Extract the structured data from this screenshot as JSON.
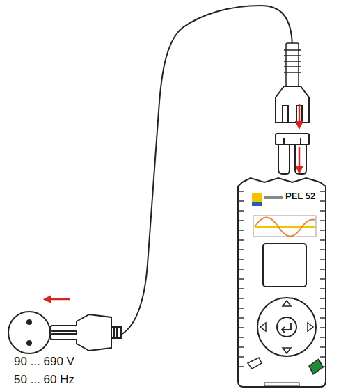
{
  "diagram": {
    "nodes": [
      {
        "text": [
          "PEL 52"
        ]
      }
    ],
    "labels": [
      "90 ... 690 V",
      "50 ... 60 Hz"
    ]
  }
}
